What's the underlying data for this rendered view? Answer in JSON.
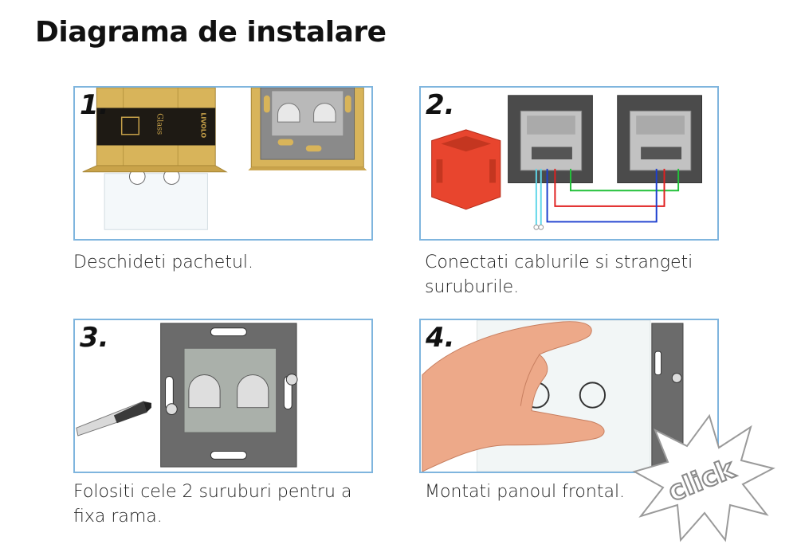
{
  "page": {
    "title": "Diagrama de instalare"
  },
  "steps": [
    {
      "number": "1.",
      "caption": "Deschideti pachetul."
    },
    {
      "number": "2.",
      "caption": "Conectati cablurile si strangeti suruburile."
    },
    {
      "number": "3.",
      "caption": "Folositi cele 2 suruburi pentru a fixa rama."
    },
    {
      "number": "4.",
      "caption": "Montati panoul frontal."
    }
  ],
  "package_print": {
    "brand": "LIVOLO",
    "product": "Glass"
  },
  "click_label": "click",
  "colors": {
    "panel_border": "#7fb5de",
    "box_gold": "#d8b45a",
    "mount_box_red": "#e8452e",
    "wire_green": "#22c03a",
    "wire_red": "#e02020",
    "wire_blue": "#1c3fcf",
    "wire_cyan": "#5fd6e8",
    "frame_gray": "#6b6b6b"
  }
}
